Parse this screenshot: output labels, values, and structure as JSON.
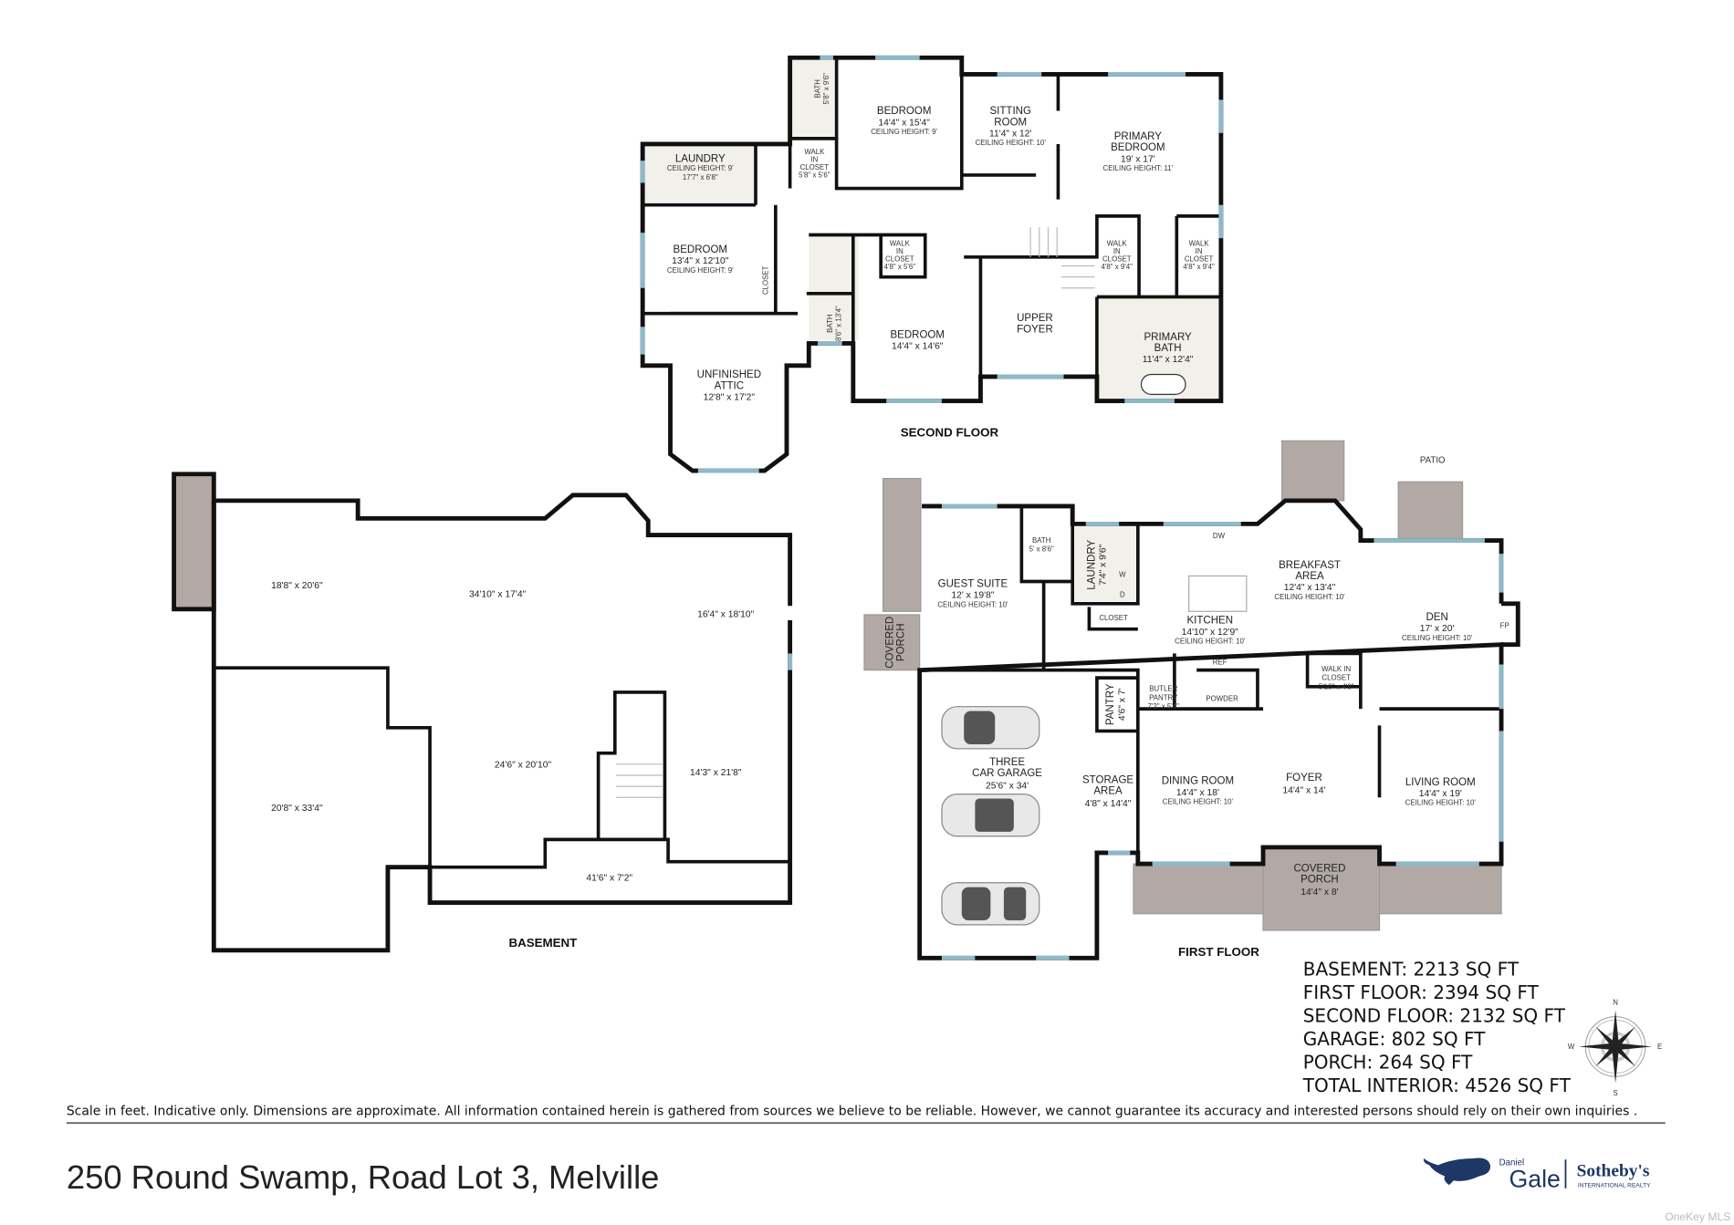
{
  "second_floor": {
    "label": "SECOND FLOOR",
    "rooms": [
      {
        "lines": [
          "BEDROOM"
        ],
        "dims": "14'4\" x 15'4\"",
        "ceiling": "CEILING HEIGHT: 9'"
      },
      {
        "lines": [
          "SITTING",
          "ROOM"
        ],
        "dims": "11'4\" x 12'",
        "ceiling": "CEILING HEIGHT: 10'"
      },
      {
        "lines": [
          "PRIMARY",
          "BEDROOM"
        ],
        "dims": "19' x 17'",
        "ceiling": "CEILING HEIGHT: 11'"
      },
      {
        "lines": [
          "LAUNDRY"
        ],
        "ceiling": "CEILING HEIGHT: 9'",
        "dims": "17'7\" x 6'8\""
      },
      {
        "lines": [
          "BEDROOM"
        ],
        "dims": "13'4\" x 12'10\"",
        "ceiling": "CEILING HEIGHT: 9'"
      },
      {
        "lines": [
          "UNFINISHED",
          "ATTIC"
        ],
        "dims": "12'8\" x 17'2\""
      },
      {
        "lines": [
          "BATH"
        ],
        "dims": "5'8\" x 9'6\""
      },
      {
        "lines": [
          "WALK",
          "IN",
          "CLOSET"
        ],
        "dims": "5'8\" x 5'6\""
      },
      {
        "lines": [
          "WALK",
          "IN",
          "CLOSET"
        ],
        "dims": "4'8\" x 5'6\""
      },
      {
        "lines": [
          "BATH"
        ],
        "dims": "8'6\" x 13'4\""
      },
      {
        "lines": [
          "BEDROOM"
        ],
        "dims": "14'4\" x 14'6\""
      },
      {
        "lines": [
          "UPPER",
          "FOYER"
        ]
      },
      {
        "lines": [
          "WALK",
          "IN",
          "CLOSET"
        ],
        "dims": "4'8\" x 9'4\""
      },
      {
        "lines": [
          "WALK",
          "IN",
          "CLOSET"
        ],
        "dims": "4'8\" x 9'4\""
      },
      {
        "lines": [
          "PRIMARY",
          "BATH"
        ],
        "dims": "11'4\" x 12'4\""
      },
      {
        "lines": [
          "CLOSET"
        ]
      }
    ]
  },
  "first_floor": {
    "label": "FIRST FLOOR",
    "rooms": [
      {
        "lines": [
          "GUEST SUITE"
        ],
        "dims": "12' x 19'8\"",
        "ceiling": "CEILING HEIGHT: 10'"
      },
      {
        "lines": [
          "BATH"
        ],
        "dims": "5' x 8'6\""
      },
      {
        "lines": [
          "LAUNDRY"
        ],
        "dims": "7'4\" x 9'6\""
      },
      {
        "lines": [
          "CLOSET"
        ]
      },
      {
        "lines": [
          "KITCHEN"
        ],
        "dims": "14'10\" x 12'9\"",
        "ceiling": "CEILING HEIGHT: 10'"
      },
      {
        "lines": [
          "BREAKFAST",
          "AREA"
        ],
        "dims": "12'4\" x 13'4\"",
        "ceiling": "CEILING HEIGHT: 10'"
      },
      {
        "lines": [
          "DEN"
        ],
        "dims": "17' x 20'",
        "ceiling": "CEILING HEIGHT: 10'"
      },
      {
        "lines": [
          "POWDER"
        ]
      },
      {
        "lines": [
          "WALK IN",
          "CLOSET"
        ],
        "dims": "5'10\" x 4'8\""
      },
      {
        "lines": [
          "BUTLER",
          "PANTRY"
        ],
        "dims": "7'2\" x 5'4\""
      },
      {
        "lines": [
          "PANTRY"
        ],
        "dims": "4'6\" x 7'"
      },
      {
        "lines": [
          "THREE",
          "CAR GARAGE"
        ],
        "dims": "25'6\" x 34'"
      },
      {
        "lines": [
          "STORAGE",
          "AREA"
        ],
        "dims": "4'8\" x 14'4\""
      },
      {
        "lines": [
          "DINING ROOM"
        ],
        "dims": "14'4\" x 18'",
        "ceiling": "CEILING HEIGHT: 10'"
      },
      {
        "lines": [
          "FOYER"
        ],
        "dims": "14'4\" x 14'"
      },
      {
        "lines": [
          "LIVING ROOM"
        ],
        "dims": "14'4\" x 19'",
        "ceiling": "CEILING HEIGHT: 10'"
      },
      {
        "lines": [
          "COVERED",
          "PORCH"
        ],
        "dims": "14'4\" x 8'"
      },
      {
        "lines": [
          "COVERED",
          "PORCH"
        ]
      },
      {
        "lines": [
          "PATIO"
        ]
      }
    ],
    "fixtures": {
      "fireplace": "FP",
      "dishwasher": "DW",
      "washer": "W",
      "dryer": "D",
      "refrigerator": "REF"
    }
  },
  "basement": {
    "label": "BASEMENT",
    "rooms": [
      {
        "dims": "18'8\" x 20'6\""
      },
      {
        "dims": "34'10\" x 17'4\""
      },
      {
        "dims": "16'4\" x 18'10\""
      },
      {
        "dims": "24'6\" x 20'10\""
      },
      {
        "dims": "14'3\" x 21'8\""
      },
      {
        "dims": "20'8\" x 33'4\""
      },
      {
        "dims": "41'6\" x 7'2\""
      }
    ]
  },
  "areas": [
    "BASEMENT: 2213 SQ FT",
    "FIRST FLOOR: 2394 SQ FT",
    "SECOND FLOOR: 2132 SQ FT",
    "GARAGE: 802 SQ FT",
    "PORCH: 264 SQ FT",
    "TOTAL INTERIOR: 4526 SQ FT"
  ],
  "compass": {
    "n": "N",
    "s": "S",
    "e": "E",
    "w": "W"
  },
  "disclaimer": "Scale in feet. Indicative only. Dimensions are approximate. All information contained herein is gathered from sources we believe to be reliable. However, we cannot guarantee its accuracy and interested persons should rely on their own  inquiries .",
  "address": "250 Round Swamp, Road Lot 3, Melville",
  "logo": {
    "small": "Daniel",
    "main": "Gale",
    "brand": "Sotheby's",
    "sub": "INTERNATIONAL REALTY",
    "color": "#1d3766"
  },
  "watermark": "OneKey MLS"
}
